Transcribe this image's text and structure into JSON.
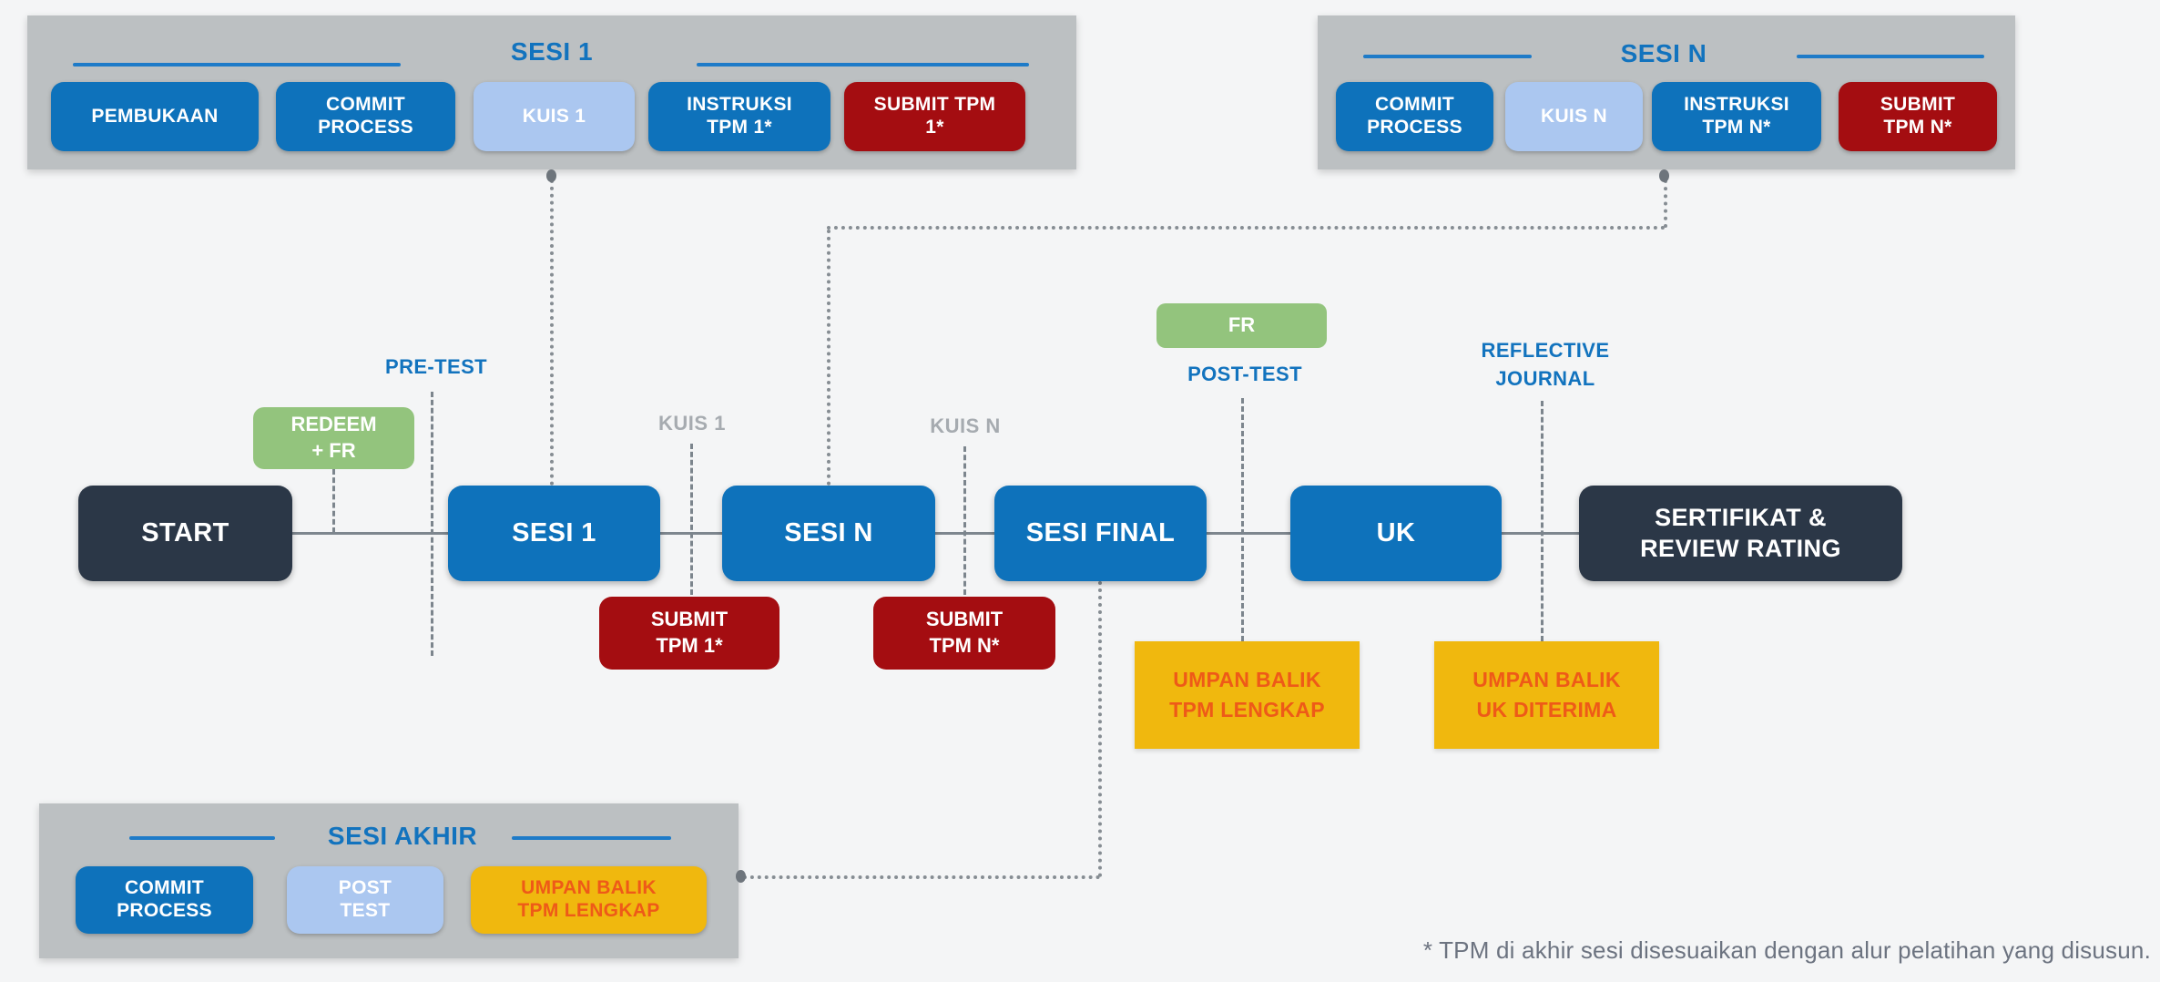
{
  "colors": {
    "background": "#F4F5F6",
    "panel_gray": "#BCC0C2",
    "node_blue": "#0E72BB",
    "light_blue": "#ABC7F0",
    "dark_red": "#A40D11",
    "green": "#93C47D",
    "yellow": "#F0B80E",
    "orange_text": "#EE5A18",
    "navy": "#2B3747",
    "title_blue": "#1273BE",
    "connector_gray": "#7D868E",
    "muted_label_gray": "#A6ABB0",
    "footnote_gray": "#6C7380"
  },
  "panels": {
    "sesi1": {
      "title": "SESI 1",
      "buttons": [
        {
          "label": "PEMBUKAAN",
          "color": "blue"
        },
        {
          "label": "COMMIT\nPROCESS",
          "color": "blue"
        },
        {
          "label": "KUIS 1",
          "color": "light_blue"
        },
        {
          "label": "INSTRUKSI\nTPM 1*",
          "color": "blue"
        },
        {
          "label": "SUBMIT TPM\n1*",
          "color": "dark_red"
        }
      ]
    },
    "sesiN": {
      "title": "SESI N",
      "buttons": [
        {
          "label": "COMMIT\nPROCESS",
          "color": "blue"
        },
        {
          "label": "KUIS N",
          "color": "light_blue"
        },
        {
          "label": "INSTRUKSI\nTPM N*",
          "color": "blue"
        },
        {
          "label": "SUBMIT\nTPM N*",
          "color": "dark_red"
        }
      ]
    },
    "sesiAkhir": {
      "title": "SESI AKHIR",
      "buttons": [
        {
          "label": "COMMIT\nPROCESS",
          "color": "blue"
        },
        {
          "label": "POST\nTEST",
          "color": "light_blue"
        },
        {
          "label": "UMPAN BALIK\nTPM LENGKAP",
          "color": "yellow"
        }
      ]
    }
  },
  "flow": {
    "start": "START",
    "sesi1": "SESI 1",
    "sesiN": "SESI N",
    "sesiFinal": "SESI FINAL",
    "uk": "UK",
    "sertifikat": "SERTIFIKAT &\nREVIEW RATING"
  },
  "milestones": {
    "redeem_fr": "REDEEM\n+ FR",
    "pre_test": "PRE-TEST",
    "kuis_1": "KUIS 1",
    "kuis_n": "KUIS N",
    "fr": "FR",
    "post_test": "POST-TEST",
    "reflective_journal": "REFLECTIVE\nJOURNAL",
    "submit_tpm_1": "SUBMIT\nTPM 1*",
    "submit_tpm_n": "SUBMIT\nTPM N*",
    "umpan_balik_tpm": "UMPAN BALIK\nTPM LENGKAP",
    "umpan_balik_uk": "UMPAN BALIK\nUK DITERIMA"
  },
  "footnote": "* TPM di akhir sesi disesuaikan dengan alur pelatihan yang disusun."
}
